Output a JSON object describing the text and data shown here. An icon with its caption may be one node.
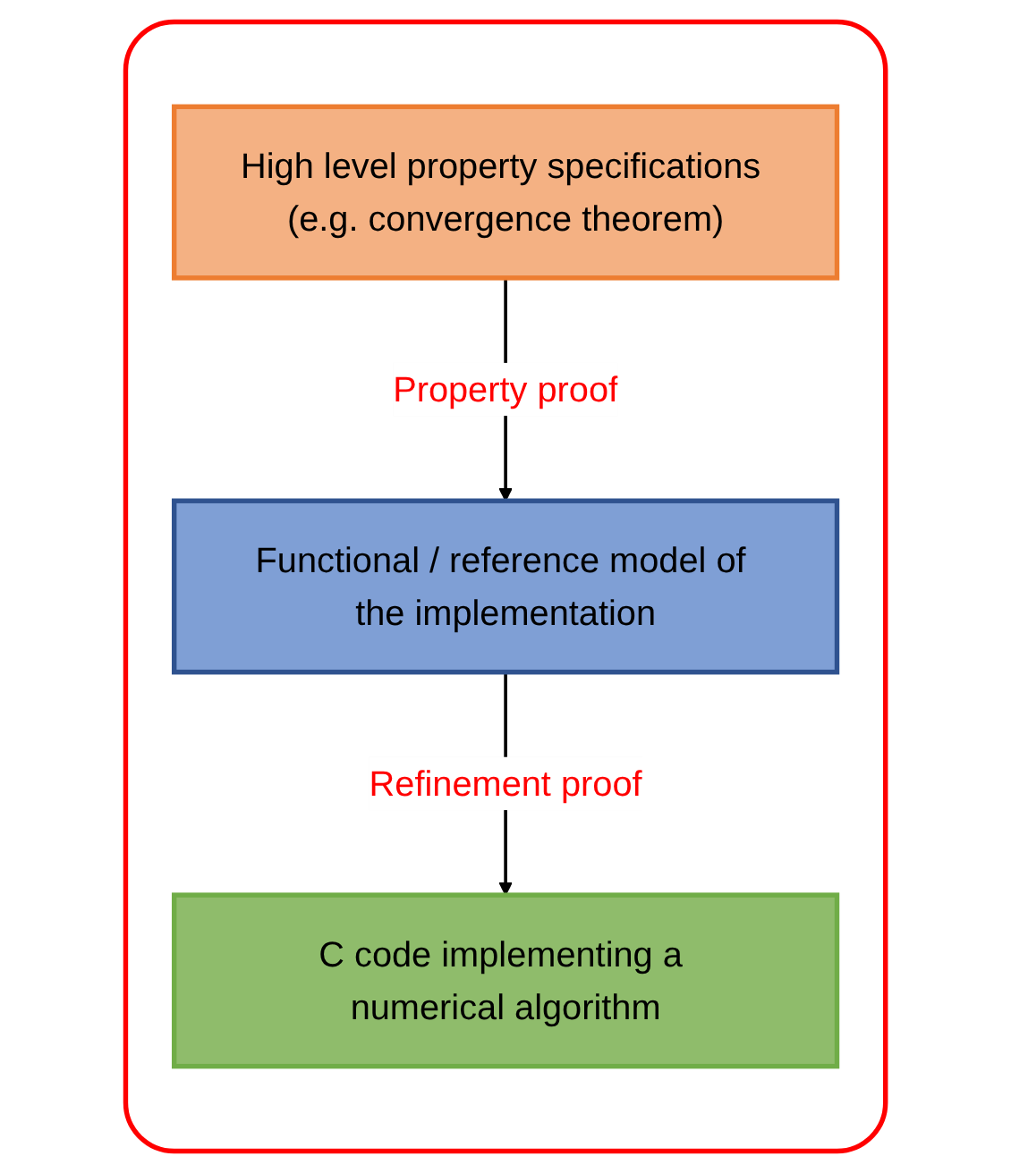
{
  "diagram": {
    "nodes": [
      {
        "text": [],
        "shape": "box"
      },
      {
        "text": [
          "High level property specifications (e.g. convergence theorem)"
        ],
        "in": 0
      },
      {
        "text": [
          "Functional / reference model of the implementation"
        ],
        "in": 0
      },
      {
        "text": [
          "C code implementing a numerical algorithm"
        ],
        "in": 0
      }
    ],
    "edges": [
      {
        "from": 1,
        "to": 2,
        "arrow": "to",
        "label": "Property proof"
      },
      {
        "from": 2,
        "to": 3,
        "arrow": "to",
        "label": "Refinement proof"
      }
    ]
  }
}
